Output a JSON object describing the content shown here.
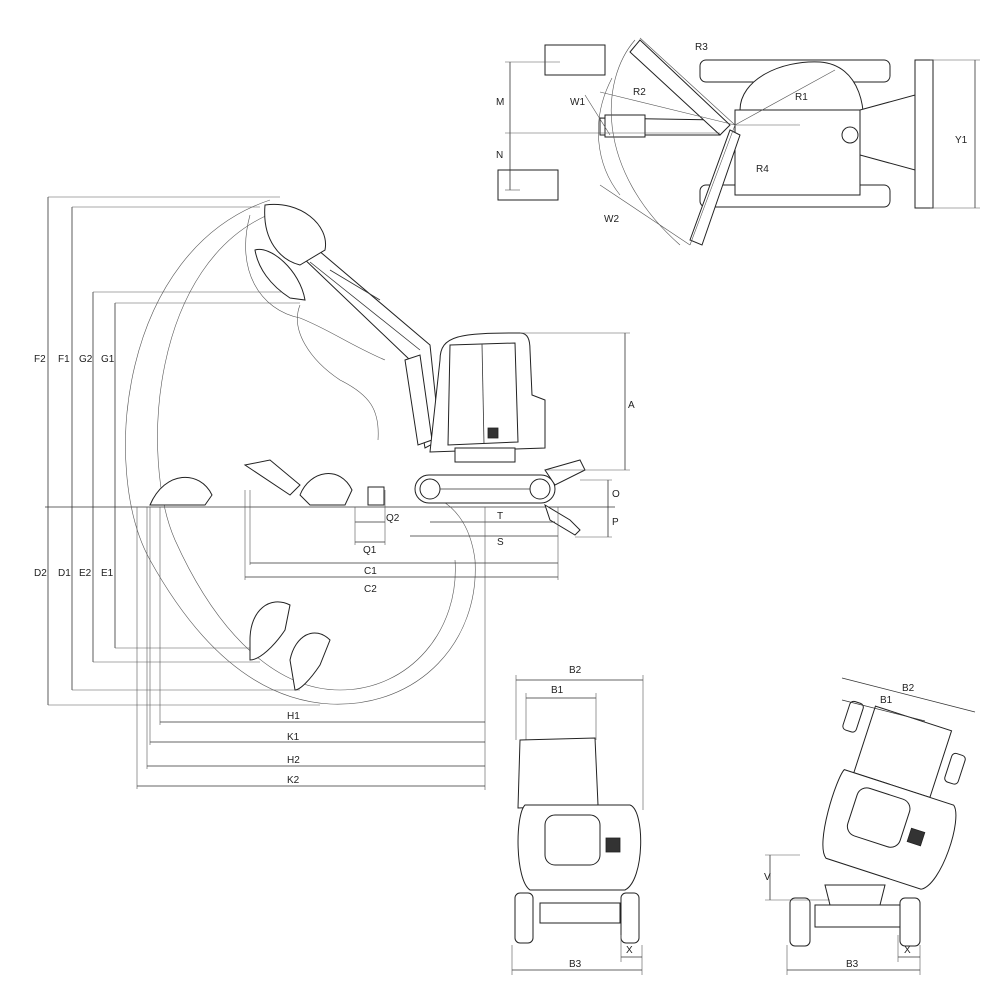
{
  "labels": {
    "F2": "F2",
    "F1": "F1",
    "G2": "G2",
    "G1": "G1",
    "D2": "D2",
    "D1": "D1",
    "E2": "E2",
    "E1": "E1",
    "A": "A",
    "O": "O",
    "P": "P",
    "Q1": "Q1",
    "Q2": "Q2",
    "T": "T",
    "S": "S",
    "C1": "C1",
    "C2": "C2",
    "H1": "H1",
    "K1": "K1",
    "H2": "H2",
    "K2": "K2",
    "M": "M",
    "N": "N",
    "W1": "W1",
    "W2": "W2",
    "R1": "R1",
    "R2": "R2",
    "R3": "R3",
    "R4": "R4",
    "Y1": "Y1",
    "front_B2": "B2",
    "front_B1": "B1",
    "front_B3": "B3",
    "front_X": "X",
    "tilt_B2": "B2",
    "tilt_B1": "B1",
    "tilt_B3": "B3",
    "tilt_X": "X",
    "tilt_V": "V"
  }
}
